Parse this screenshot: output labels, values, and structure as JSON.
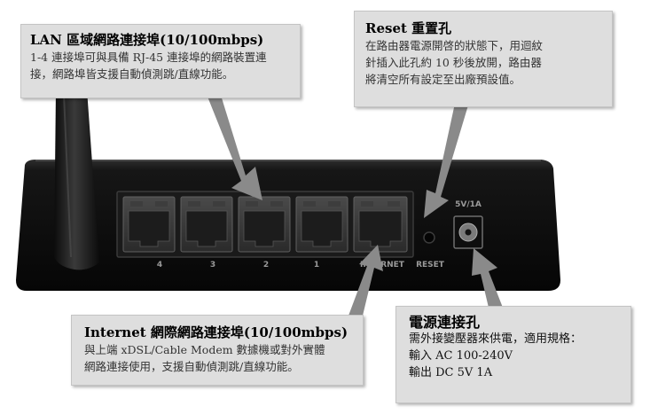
{
  "device": {
    "port_numbers": [
      "4",
      "3",
      "2",
      "1"
    ],
    "internet_label": "INTERNET",
    "reset_label": "RESET",
    "power_rating_label": "5V/1A"
  },
  "callouts": {
    "lan": {
      "title": "LAN 區域網路連接埠(10/100mbps)",
      "lines": [
        "1-4 連接埠可與具備 RJ-45 連接埠的網路裝置連",
        "接，網路埠皆支援自動偵測跳/直線功能。"
      ]
    },
    "reset": {
      "title": "Reset 重置孔",
      "lines": [
        "在路由器電源開啓的狀態下，用迴紋",
        "針插入此孔約 10 秒後放開，路由器",
        "將清空所有設定至出廠預設值。"
      ]
    },
    "internet": {
      "title": "Internet 網際網路連接埠(10/100mbps)",
      "lines": [
        "與上端 xDSL/Cable Modem 數據機或對外實體",
        "網路連接使用，支援自動偵測跳/直線功能。"
      ]
    },
    "power": {
      "title": "電源連接孔",
      "lines": [
        "需外接變壓器來供電，適用規格：",
        "輸入 AC 100-240V",
        "輸出 DC 5V 1A"
      ]
    }
  }
}
